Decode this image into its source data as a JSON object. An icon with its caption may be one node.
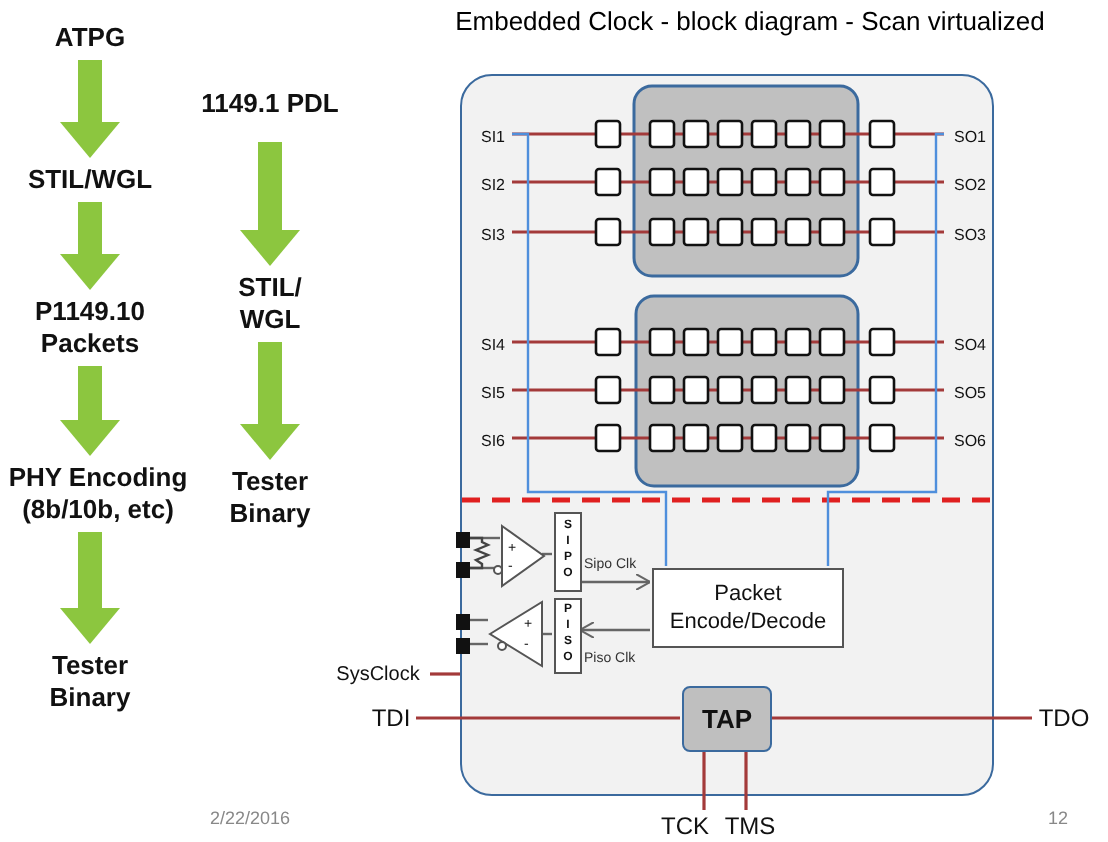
{
  "diagram": {
    "title": "Embedded Clock - block diagram - Scan virtualized",
    "nodes": [
      {
        "text": [
          "ATPG"
        ]
      },
      {
        "text": [
          "STIL/WGL"
        ]
      },
      {
        "text": [
          "P1149.10 Packets"
        ]
      },
      {
        "text": [
          "PHY Encoding (8b/10b, etc)"
        ]
      },
      {
        "text": [
          "Tester Binary"
        ]
      },
      {
        "text": [
          "1149.1 PDL"
        ]
      },
      {
        "text": [
          "STIL/ WGL"
        ]
      },
      {
        "text": [
          "Tester Binary"
        ]
      },
      {
        "text": [],
        "shape": "box"
      },
      {
        "text": [
          "SI1"
        ],
        "in": 8
      },
      {
        "text": [
          "SI2"
        ],
        "in": 8
      },
      {
        "text": [
          "SI3"
        ],
        "in": 8
      },
      {
        "text": [
          "SI4"
        ],
        "in": 8
      },
      {
        "text": [
          "SI5"
        ],
        "in": 8
      },
      {
        "text": [
          "SI6"
        ],
        "in": 8
      },
      {
        "text": [
          "SO1"
        ],
        "in": 8
      },
      {
        "text": [
          "SO2"
        ],
        "in": 8
      },
      {
        "text": [
          "SO3"
        ],
        "in": 8
      },
      {
        "text": [
          "SO4"
        ],
        "in": 8
      },
      {
        "text": [
          "SO5"
        ],
        "in": 8
      },
      {
        "text": [
          "SO6"
        ],
        "in": 8
      },
      {
        "text": [],
        "shape": "box",
        "in": 8
      },
      {
        "text": [],
        "shape": "box",
        "in": 8
      },
      {
        "text": [],
        "shape": "box",
        "in": 8
      },
      {
        "text": [],
        "shape": "box",
        "in": 8
      },
      {
        "text": [
          "+",
          "-"
        ],
        "in": 8
      },
      {
        "text": [
          "+",
          "-"
        ],
        "in": 8
      },
      {
        "text": [
          "SIPO"
        ],
        "in": 8
      },
      {
        "text": [
          "PISO"
        ],
        "in": 8
      },
      {
        "text": [
          "Packet Encode/Decode"
        ],
        "in": 8
      },
      {
        "text": [
          "TAP"
        ],
        "in": 8
      },
      {
        "text": [
          "SysClock"
        ]
      },
      {
        "text": [
          "TDI"
        ]
      },
      {
        "text": [
          "TDO"
        ]
      },
      {
        "text": [
          "TCK"
        ]
      },
      {
        "text": [
          "TMS"
        ]
      }
    ],
    "edges": [
      {
        "from": 0,
        "to": 1,
        "arrow": "to",
        "style": "thick",
        "color": "#8cc63f"
      },
      {
        "from": 1,
        "to": 2,
        "arrow": "to",
        "style": "thick",
        "color": "#8cc63f"
      },
      {
        "from": 2,
        "to": 3,
        "arrow": "to",
        "style": "thick",
        "color": "#8cc63f"
      },
      {
        "from": 3,
        "to": 4,
        "arrow": "to",
        "style": "thick",
        "color": "#8cc63f"
      },
      {
        "from": 5,
        "to": 6,
        "arrow": "to",
        "style": "thick",
        "color": "#8cc63f"
      },
      {
        "from": 6,
        "to": 7,
        "arrow": "to",
        "style": "thick",
        "color": "#8cc63f"
      },
      {
        "from": 9,
        "to": 15,
        "arrow": "none"
      },
      {
        "from": 10,
        "to": 16,
        "arrow": "none"
      },
      {
        "from": 11,
        "to": 17,
        "arrow": "none"
      },
      {
        "from": 12,
        "to": 18,
        "arrow": "none"
      },
      {
        "from": 13,
        "to": 19,
        "arrow": "none"
      },
      {
        "from": 14,
        "to": 20,
        "arrow": "none"
      },
      {
        "from": 29,
        "to": 9,
        "arrow": "none",
        "color": "#4f8fdc"
      },
      {
        "from": 15,
        "to": 29,
        "arrow": "none",
        "color": "#4f8fdc"
      },
      {
        "from": 21,
        "to": 25,
        "arrow": "none",
        "color": "#666666"
      },
      {
        "from": 22,
        "to": 25,
        "arrow": "none",
        "color": "#666666"
      },
      {
        "from": 23,
        "to": 26,
        "arrow": "none",
        "color": "#666666"
      },
      {
        "from": 24,
        "to": 26,
        "arrow": "none",
        "color": "#666666"
      },
      {
        "from": 25,
        "to": 27,
        "arrow": "none",
        "color": "#666666"
      },
      {
        "from": 28,
        "to": 26,
        "arrow": "none",
        "color": "#666666"
      },
      {
        "from": 27,
        "to": 29,
        "arrow": "to",
        "label": "Sipo Clk",
        "color": "#666666"
      },
      {
        "from": 29,
        "to": 28,
        "arrow": "to",
        "label": "Piso Clk",
        "color": "#666666"
      },
      {
        "from": 31,
        "to": 8,
        "arrow": "none"
      },
      {
        "from": 32,
        "to": 30,
        "arrow": "none"
      },
      {
        "from": 30,
        "to": 33,
        "arrow": "none"
      },
      {
        "from": 34,
        "to": 30,
        "arrow": "none"
      },
      {
        "from": 35,
        "to": 30,
        "arrow": "none"
      },
      {
        "from": 21,
        "to": 22,
        "arrow": "none",
        "color": "#444444"
      }
    ],
    "labels": [
      "2/22/2016",
      "12"
    ]
  }
}
